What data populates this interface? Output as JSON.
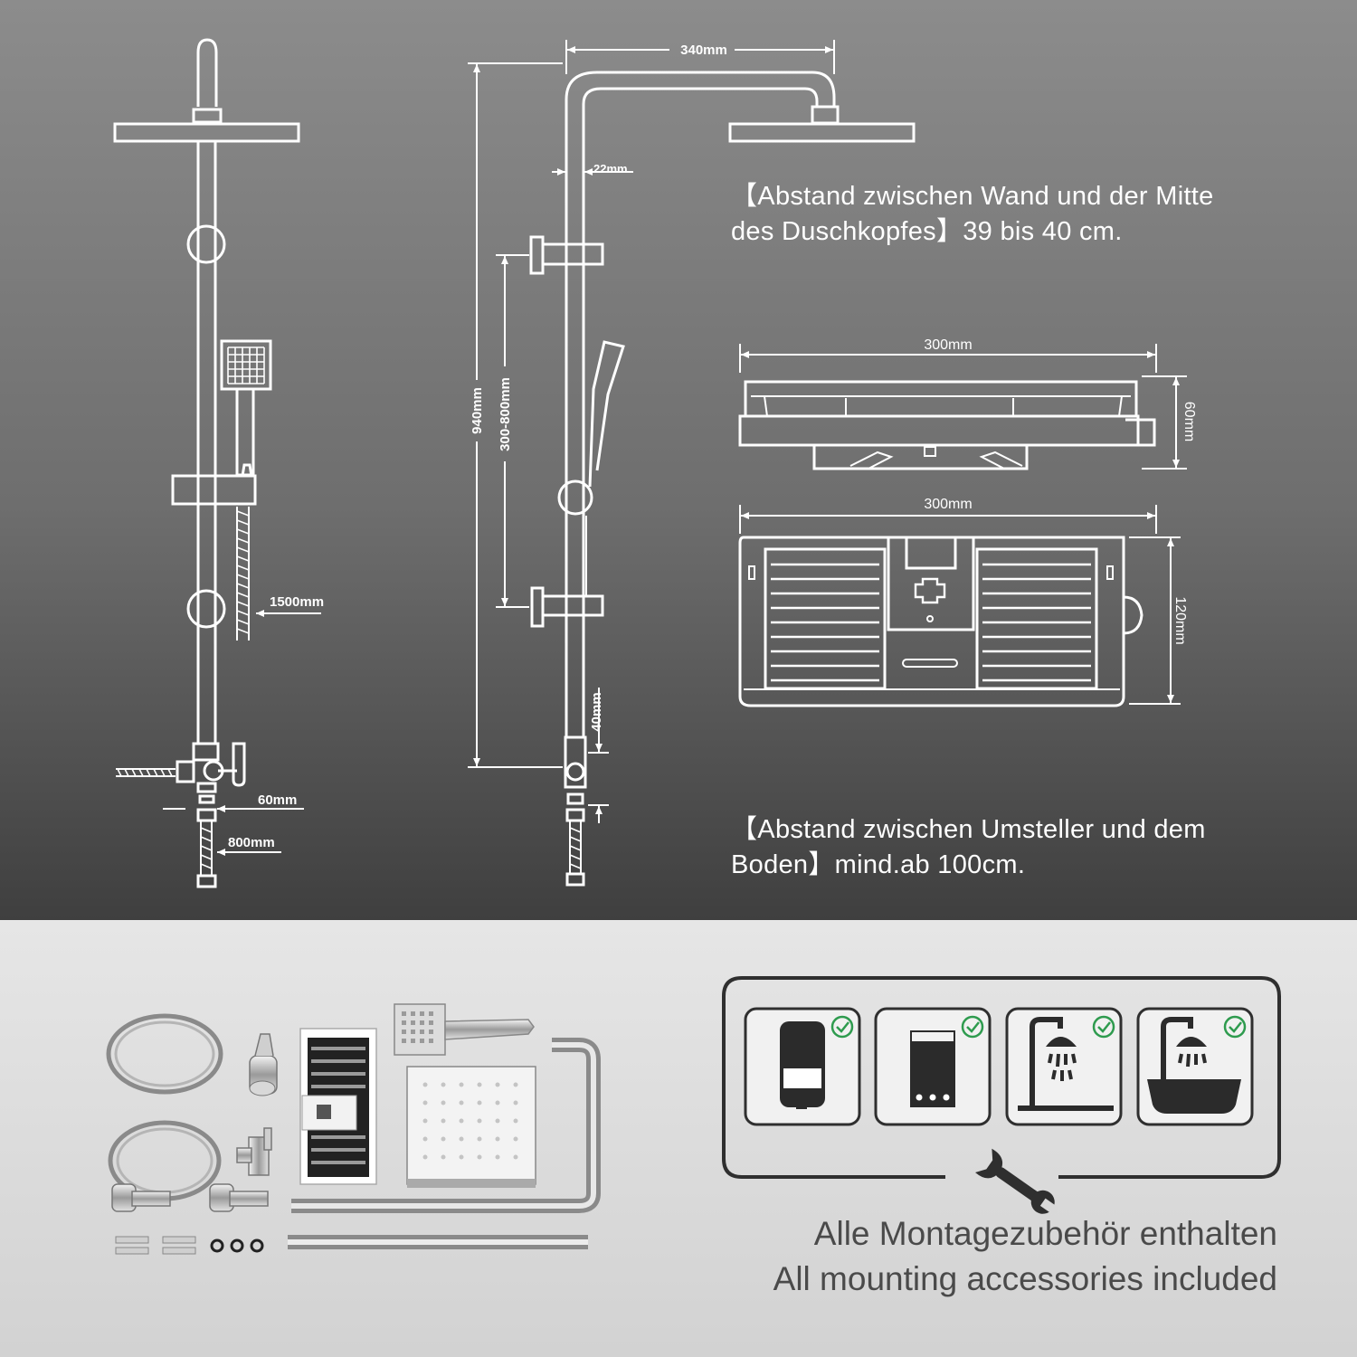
{
  "diagram": {
    "left_unit": {
      "hose_length": "1500mm",
      "diverter_offset": "60mm",
      "supply_hose": "800mm"
    },
    "center_unit": {
      "arm_reach": "340mm",
      "pipe_diameter": "22mm",
      "total_height": "940mm",
      "adjust_range": "300-800mm",
      "bottom_offset": "40mm"
    },
    "shelf": {
      "side_width": "300mm",
      "side_height": "60mm",
      "top_width": "300mm",
      "top_depth": "120mm"
    },
    "notes": {
      "wall_distance_line1": "【Abstand zwischen Wand und der Mitte",
      "wall_distance_line2": "des Duschkopfes】39 bis 40 cm.",
      "floor_distance_line1": "【Abstand zwischen Umsteller und dem",
      "floor_distance_line2": "Boden】mind.ab 100cm."
    }
  },
  "accessories": {
    "tagline_de": "Alle Montagezubehör enthalten",
    "tagline_en": "All mounting accessories included",
    "compatibility_icons": [
      "water-heater-icon",
      "boiler-icon",
      "wall-shower-icon",
      "bathtub-shower-icon"
    ],
    "check_color": "#2e9b4e"
  }
}
